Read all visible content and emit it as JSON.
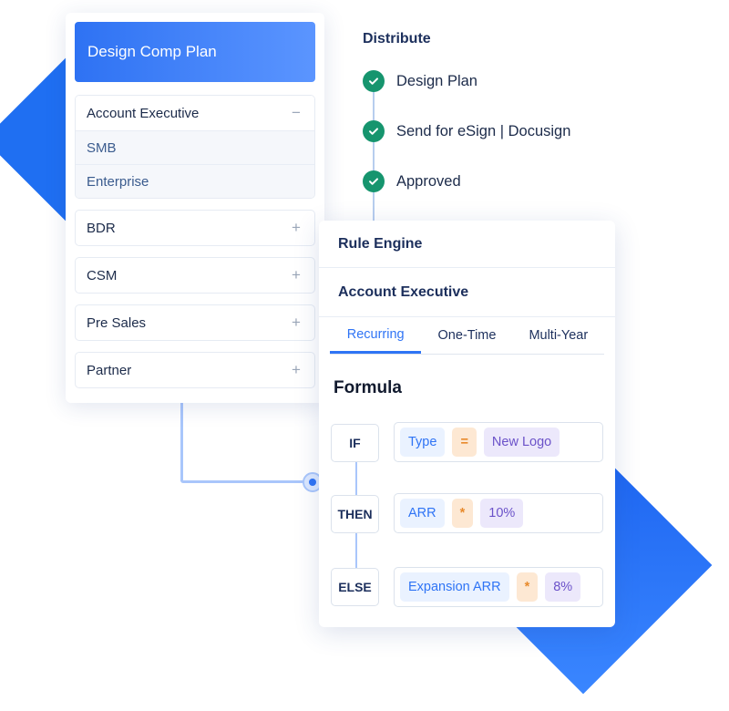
{
  "plan": {
    "title": "Design Comp Plan",
    "expanded_role": {
      "label": "Account Executive",
      "toggle": "−",
      "sub_items": [
        "SMB",
        "Enterprise"
      ]
    },
    "collapsed_roles": [
      {
        "label": "BDR",
        "toggle": "+"
      },
      {
        "label": "CSM",
        "toggle": "+"
      },
      {
        "label": "Pre Sales",
        "toggle": "+"
      },
      {
        "label": "Partner",
        "toggle": "+"
      }
    ]
  },
  "distribute": {
    "title": "Distribute",
    "steps": [
      "Design Plan",
      "Send for eSign | Docusign",
      "Approved"
    ]
  },
  "rule_engine": {
    "title": "Rule Engine",
    "subtitle": "Account Executive",
    "tabs": [
      "Recurring",
      "One-Time",
      "Multi-Year"
    ],
    "active_tab": "Recurring",
    "formula_title": "Formula",
    "rules": [
      {
        "keyword": "IF",
        "field": "Type",
        "operator": "=",
        "value": "New Logo"
      },
      {
        "keyword": "THEN",
        "field": "ARR",
        "operator": "*",
        "value": "10%"
      },
      {
        "keyword": "ELSE",
        "field": "Expansion ARR",
        "operator": "*",
        "value": "8%"
      }
    ]
  },
  "colors": {
    "accent": "#2f74f5",
    "success": "#16956e",
    "diamond": "#1f6ff2"
  },
  "icons": {
    "step": "check-circle-icon",
    "connector": "connector-dot-icon"
  }
}
